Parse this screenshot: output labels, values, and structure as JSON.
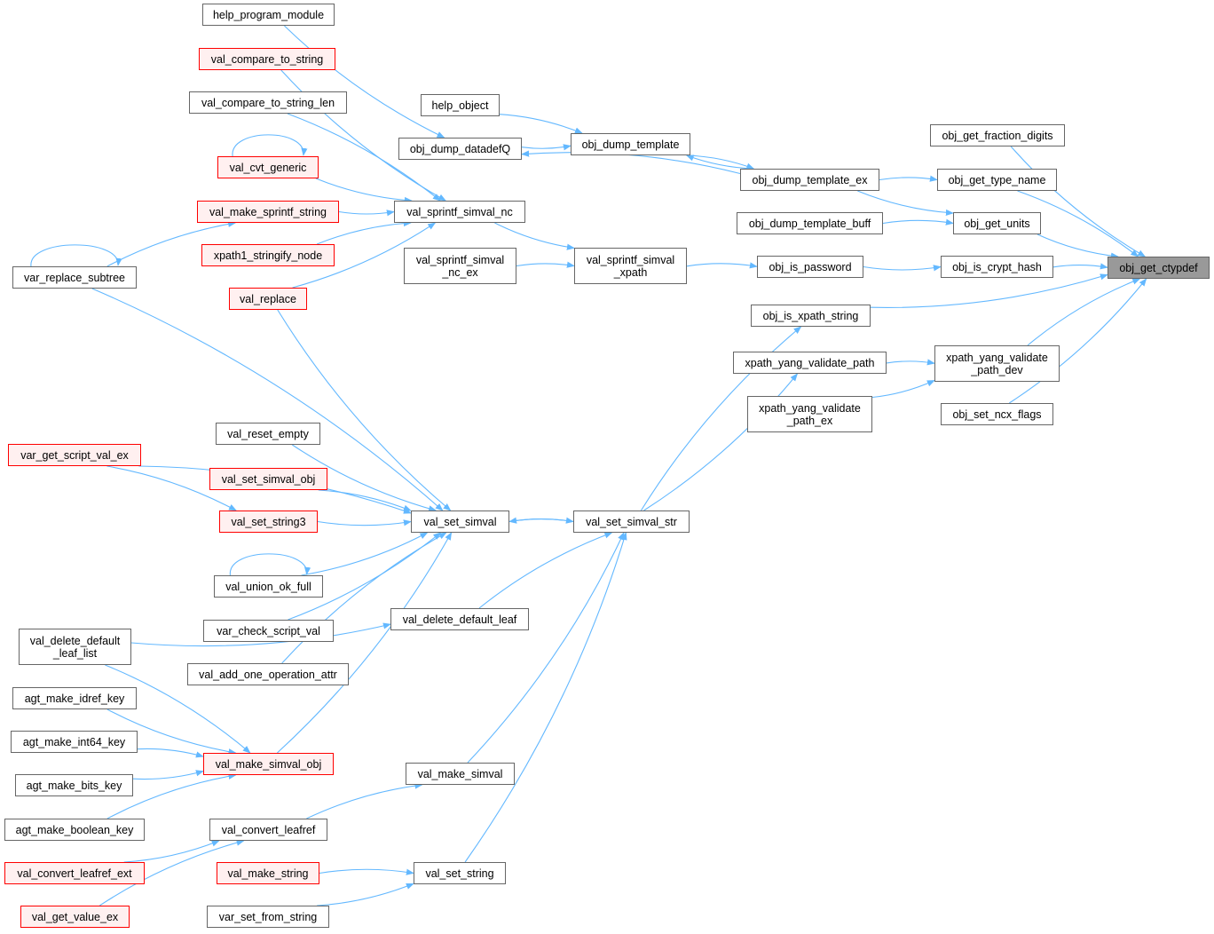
{
  "diagram": {
    "title": "obj_get_ctypdef caller graph",
    "colors": {
      "edge": "#63b8ff",
      "node_border": "#666666",
      "highlight_border": "#ff0000",
      "highlight_fill": "#fff0f0",
      "focus_fill": "#999999"
    },
    "nodes": {
      "obj_get_ctypdef": "obj_get_ctypdef",
      "obj_get_fraction_digits": "obj_get_fraction_digits",
      "obj_get_type_name": "obj_get_type_name",
      "obj_get_units": "obj_get_units",
      "obj_is_crypt_hash": "obj_is_crypt_hash",
      "obj_is_xpath_string": "obj_is_xpath_string",
      "xpath_yang_validate_path_dev": "xpath_yang_validate\n_path_dev",
      "obj_set_ncx_flags": "obj_set_ncx_flags",
      "obj_dump_template_ex": "obj_dump_template_ex",
      "obj_dump_template_buff": "obj_dump_template_buff",
      "obj_is_password": "obj_is_password",
      "obj_dump_template": "obj_dump_template",
      "obj_dump_datadefQ": "obj_dump_datadefQ",
      "help_object": "help_object",
      "help_program_module": "help_program_module",
      "val_sprintf_simval_xpath": "val_sprintf_simval\n_xpath",
      "val_sprintf_simval_nc": "val_sprintf_simval_nc",
      "val_sprintf_simval_nc_ex": "val_sprintf_simval\n_nc_ex",
      "val_compare_to_string": "val_compare_to_string",
      "val_compare_to_string_len": "val_compare_to_string_len",
      "val_cvt_generic": "val_cvt_generic",
      "val_make_sprintf_string": "val_make_sprintf_string",
      "xpath1_stringify_node": "xpath1_stringify_node",
      "val_replace": "val_replace",
      "var_replace_subtree": "var_replace_subtree",
      "xpath_yang_validate_path": "xpath_yang_validate_path",
      "xpath_yang_validate_path_ex": "xpath_yang_validate\n_path_ex",
      "val_set_simval_str": "val_set_simval_str",
      "val_set_simval": "val_set_simval",
      "val_reset_empty": "val_reset_empty",
      "val_set_simval_obj": "val_set_simval_obj",
      "val_set_string3": "val_set_string3",
      "var_get_script_val_ex": "var_get_script_val_ex",
      "val_union_ok_full": "val_union_ok_full",
      "var_check_script_val": "var_check_script_val",
      "val_add_one_operation_attr": "val_add_one_operation_attr",
      "val_delete_default_leaf": "val_delete_default_leaf",
      "val_delete_default_leaf_list": "val_delete_default\n_leaf_list",
      "agt_make_idref_key": "agt_make_idref_key",
      "agt_make_int64_key": "agt_make_int64_key",
      "agt_make_bits_key": "agt_make_bits_key",
      "agt_make_boolean_key": "agt_make_boolean_key",
      "val_make_simval_obj": "val_make_simval_obj",
      "val_make_simval": "val_make_simval",
      "val_convert_leafref": "val_convert_leafref",
      "val_convert_leafref_ext": "val_convert_leafref_ext",
      "val_get_value_ex": "val_get_value_ex",
      "val_make_string": "val_make_string",
      "val_set_string": "val_set_string",
      "var_set_from_string": "var_set_from_string"
    },
    "edges": [
      [
        "obj_get_fraction_digits",
        "obj_get_ctypdef"
      ],
      [
        "obj_get_type_name",
        "obj_get_ctypdef"
      ],
      [
        "obj_get_units",
        "obj_get_ctypdef"
      ],
      [
        "obj_is_crypt_hash",
        "obj_get_ctypdef"
      ],
      [
        "obj_is_xpath_string",
        "obj_get_ctypdef"
      ],
      [
        "xpath_yang_validate_path_dev",
        "obj_get_ctypdef"
      ],
      [
        "obj_set_ncx_flags",
        "obj_get_ctypdef"
      ],
      [
        "obj_dump_template_ex",
        "obj_get_type_name"
      ],
      [
        "obj_dump_template_ex",
        "obj_get_units"
      ],
      [
        "obj_dump_template_buff",
        "obj_get_units"
      ],
      [
        "obj_is_password",
        "obj_is_crypt_hash"
      ],
      [
        "obj_dump_template",
        "obj_dump_template_ex"
      ],
      [
        "obj_dump_template_ex",
        "obj_dump_datadefQ"
      ],
      [
        "obj_dump_template_ex",
        "obj_dump_template"
      ],
      [
        "obj_dump_datadefQ",
        "obj_dump_template"
      ],
      [
        "help_object",
        "obj_dump_template"
      ],
      [
        "help_program_module",
        "obj_dump_datadefQ"
      ],
      [
        "val_sprintf_simval_xpath",
        "obj_is_password"
      ],
      [
        "val_sprintf_simval_nc",
        "val_sprintf_simval_xpath"
      ],
      [
        "val_sprintf_simval_nc_ex",
        "val_sprintf_simval_xpath"
      ],
      [
        "val_compare_to_string",
        "val_sprintf_simval_nc"
      ],
      [
        "val_compare_to_string_len",
        "val_sprintf_simval_nc"
      ],
      [
        "val_cvt_generic",
        "val_sprintf_simval_nc"
      ],
      [
        "val_cvt_generic",
        "val_cvt_generic"
      ],
      [
        "val_make_sprintf_string",
        "val_sprintf_simval_nc"
      ],
      [
        "xpath1_stringify_node",
        "val_sprintf_simval_nc"
      ],
      [
        "val_replace",
        "val_sprintf_simval_nc"
      ],
      [
        "var_replace_subtree",
        "val_make_sprintf_string"
      ],
      [
        "var_replace_subtree",
        "var_replace_subtree"
      ],
      [
        "xpath_yang_validate_path",
        "xpath_yang_validate_path_dev"
      ],
      [
        "xpath_yang_validate_path_ex",
        "xpath_yang_validate_path_dev"
      ],
      [
        "val_set_simval_str",
        "obj_is_xpath_string"
      ],
      [
        "val_set_simval_str",
        "xpath_yang_validate_path"
      ],
      [
        "val_set_simval",
        "val_set_simval_str"
      ],
      [
        "val_set_simval_str",
        "val_set_simval"
      ],
      [
        "var_replace_subtree",
        "val_set_simval"
      ],
      [
        "val_replace",
        "val_set_simval"
      ],
      [
        "var_get_script_val_ex",
        "val_set_simval"
      ],
      [
        "val_reset_empty",
        "val_set_simval"
      ],
      [
        "val_set_simval_obj",
        "val_set_simval"
      ],
      [
        "val_set_string3",
        "val_set_simval"
      ],
      [
        "var_get_script_val_ex",
        "val_set_string3"
      ],
      [
        "val_union_ok_full",
        "val_set_simval"
      ],
      [
        "val_union_ok_full",
        "val_union_ok_full"
      ],
      [
        "var_check_script_val",
        "val_set_simval"
      ],
      [
        "val_add_one_operation_attr",
        "val_set_simval"
      ],
      [
        "val_make_simval_obj",
        "val_set_simval"
      ],
      [
        "val_delete_default_leaf",
        "val_set_simval_str"
      ],
      [
        "val_delete_default_leaf_list",
        "val_delete_default_leaf"
      ],
      [
        "val_delete_default_leaf_list",
        "val_make_simval_obj"
      ],
      [
        "agt_make_idref_key",
        "val_make_simval_obj"
      ],
      [
        "agt_make_int64_key",
        "val_make_simval_obj"
      ],
      [
        "agt_make_bits_key",
        "val_make_simval_obj"
      ],
      [
        "agt_make_boolean_key",
        "val_make_simval_obj"
      ],
      [
        "val_make_simval",
        "val_set_simval_str"
      ],
      [
        "val_convert_leafref",
        "val_make_simval"
      ],
      [
        "val_convert_leafref_ext",
        "val_convert_leafref"
      ],
      [
        "val_get_value_ex",
        "val_convert_leafref"
      ],
      [
        "val_set_string",
        "val_set_simval_str"
      ],
      [
        "val_make_string",
        "val_set_string"
      ],
      [
        "var_set_from_string",
        "val_set_string"
      ]
    ]
  }
}
